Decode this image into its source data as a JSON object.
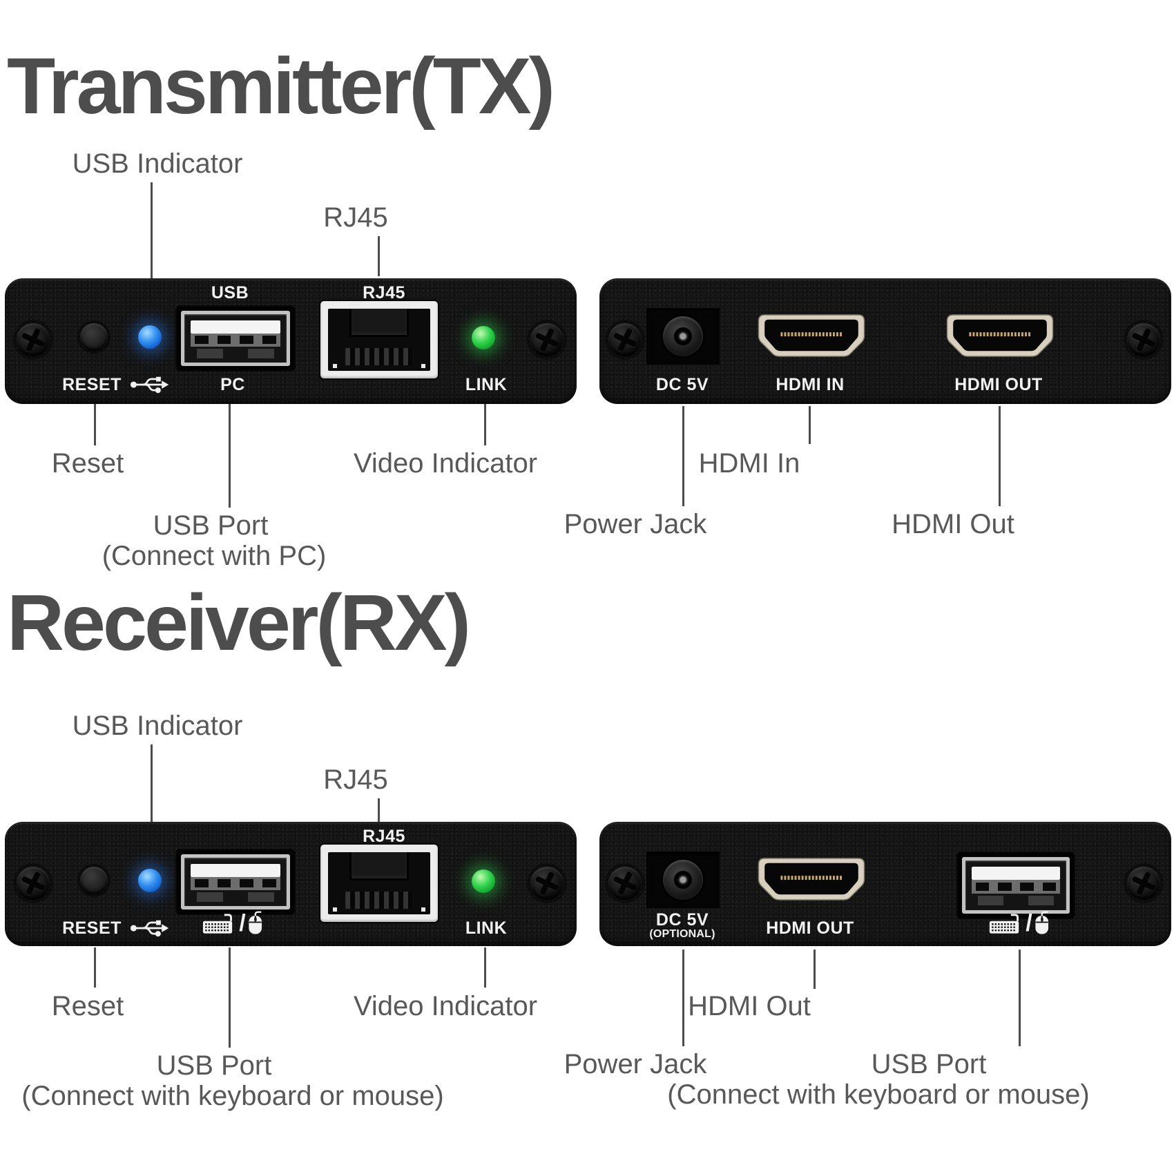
{
  "colors": {
    "heading_text": "#4d4d4d",
    "callout_text": "#585858",
    "callout_line": "#4c4c4c",
    "panel_black": "#161616",
    "panel_label_white": "#f2f2f2",
    "usb_led_blue": "#2f8df0",
    "link_led_green": "#2ed24b",
    "hdmi_bezel": "#d8d0bf",
    "hdmi_pins_gold": "#caa96b"
  },
  "icons": {
    "usb_trident": "usb-trident-icon",
    "keyboard": "keyboard-icon",
    "mouse": "mouse-icon",
    "screw": "phillips-screw",
    "kb_mouse_separator": "/"
  },
  "tx": {
    "title": "Transmitter(TX)",
    "front": {
      "panel_labels": {
        "usb": "USB",
        "rj45": "RJ45",
        "reset": "RESET",
        "pc": "PC",
        "link": "LINK"
      },
      "callouts": {
        "usb_indicator": "USB Indicator",
        "rj45": "RJ45",
        "reset": "Reset",
        "usb_port": "USB Port",
        "usb_port_sub": "(Connect with PC)",
        "video_indicator": "Video Indicator"
      }
    },
    "back": {
      "panel_labels": {
        "dc": "DC 5V",
        "hdmi_in": "HDMI IN",
        "hdmi_out": "HDMI OUT"
      },
      "callouts": {
        "power_jack": "Power Jack",
        "hdmi_in": "HDMI In",
        "hdmi_out": "HDMI Out"
      }
    }
  },
  "rx": {
    "title": "Receiver(RX)",
    "front": {
      "panel_labels": {
        "rj45": "RJ45",
        "reset": "RESET",
        "link": "LINK"
      },
      "callouts": {
        "usb_indicator": "USB Indicator",
        "rj45": "RJ45",
        "reset": "Reset",
        "usb_port": "USB Port",
        "usb_port_sub": "(Connect with keyboard or mouse)",
        "video_indicator": "Video Indicator"
      }
    },
    "back": {
      "panel_labels": {
        "dc": "DC 5V",
        "dc_sub": "(OPTIONAL)",
        "hdmi_out": "HDMI OUT"
      },
      "callouts": {
        "power_jack": "Power Jack",
        "hdmi_out": "HDMI Out",
        "usb_port": "USB Port",
        "usb_port_sub": "(Connect with keyboard or mouse)"
      }
    }
  }
}
